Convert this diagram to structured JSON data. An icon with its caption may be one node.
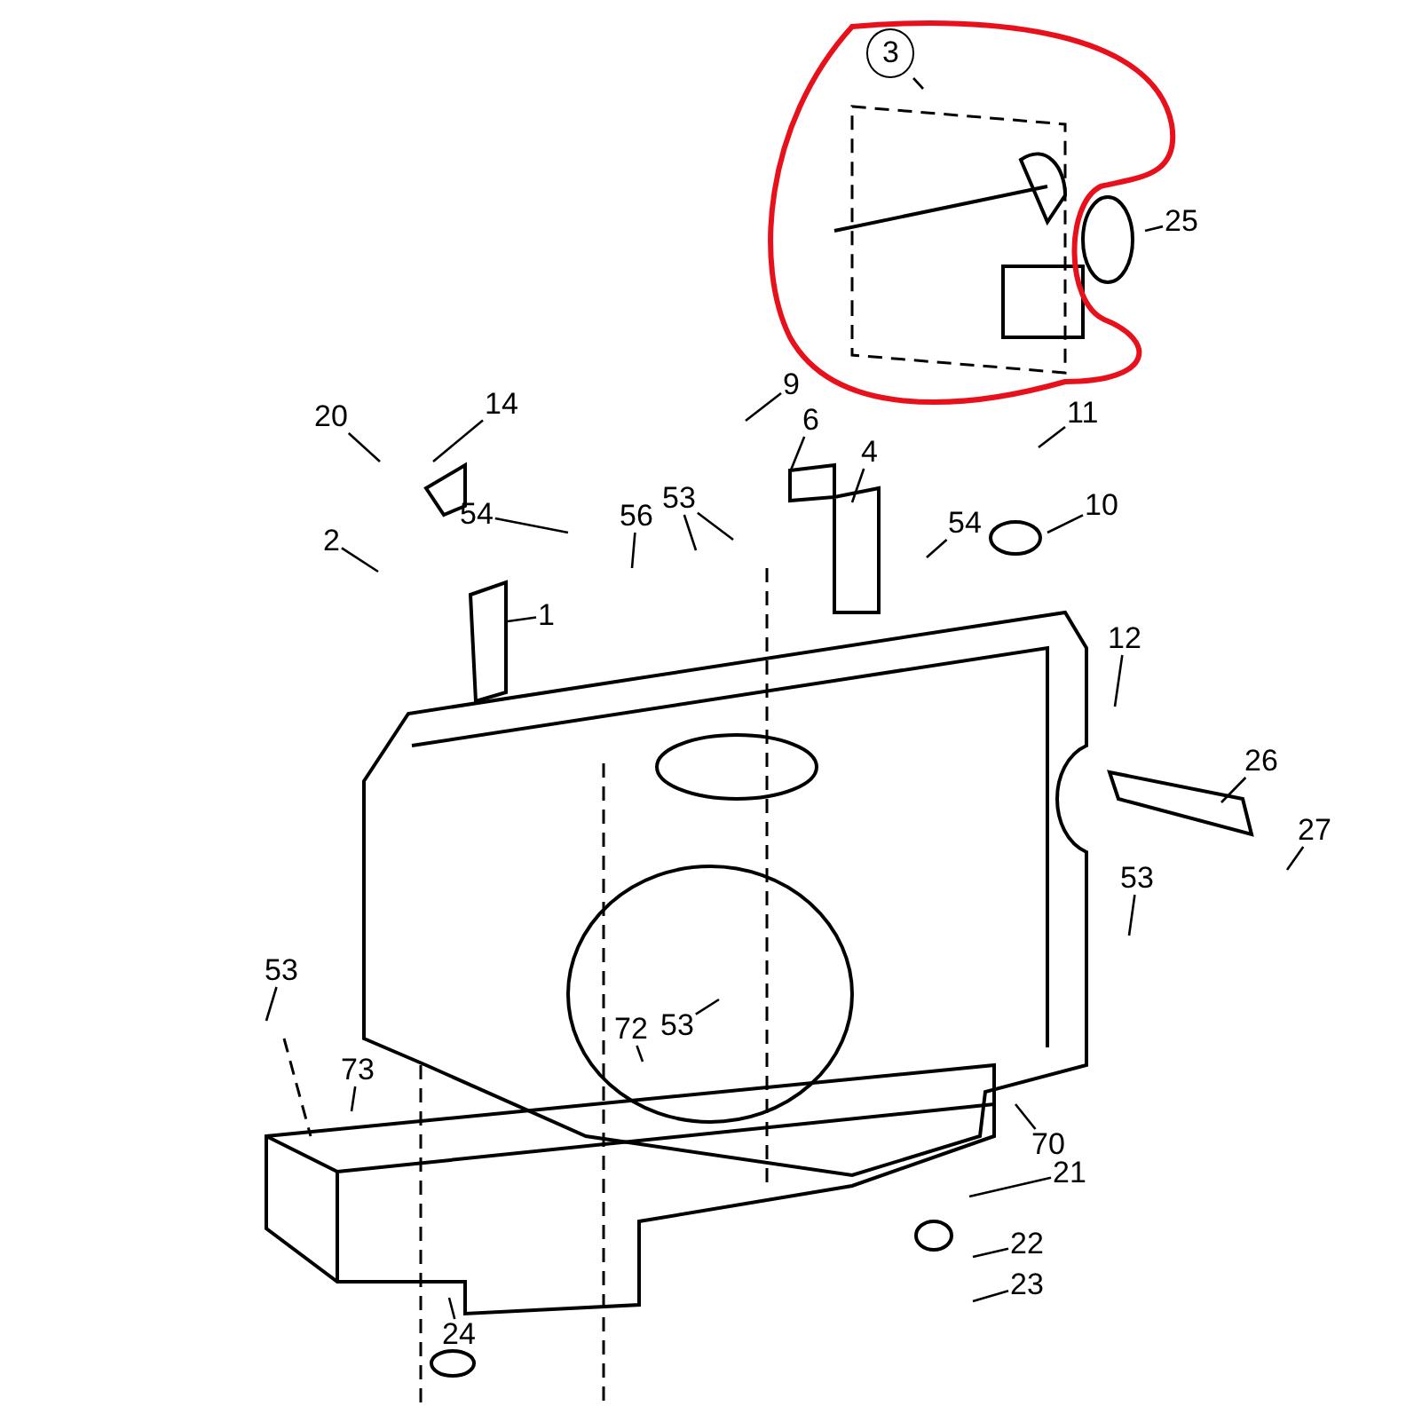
{
  "diagram": {
    "nodes": [
      {
        "text": [
          "3"
        ]
      },
      {
        "text": [
          "25"
        ]
      },
      {
        "text": [
          "9"
        ]
      },
      {
        "text": [
          "20"
        ]
      },
      {
        "text": [
          "14"
        ]
      },
      {
        "text": [
          "6"
        ]
      },
      {
        "text": [
          "11"
        ]
      },
      {
        "text": [
          "4"
        ]
      },
      {
        "text": [
          "54"
        ]
      },
      {
        "text": [
          "10"
        ]
      },
      {
        "text": [
          "2"
        ]
      },
      {
        "text": [
          "54"
        ]
      },
      {
        "text": [
          "56"
        ]
      },
      {
        "text": [
          "53"
        ]
      },
      {
        "text": [
          "1"
        ]
      },
      {
        "text": [
          "12"
        ]
      },
      {
        "text": [
          "26"
        ]
      },
      {
        "text": [
          "27"
        ]
      },
      {
        "text": [
          "53"
        ]
      },
      {
        "text": [
          "53"
        ]
      },
      {
        "text": [
          "72"
        ]
      },
      {
        "text": [
          "53"
        ]
      },
      {
        "text": [
          "73"
        ]
      },
      {
        "text": [
          "70"
        ]
      },
      {
        "text": [
          "21"
        ]
      },
      {
        "text": [
          "22"
        ]
      },
      {
        "text": [
          "23"
        ]
      },
      {
        "text": [
          "24"
        ]
      }
    ],
    "edges": [
      {
        "from": 0,
        "to": null,
        "arrow": "none"
      },
      {
        "from": 1,
        "to": null,
        "arrow": "none"
      },
      {
        "from": 2,
        "to": null,
        "arrow": "none"
      },
      {
        "from": 3,
        "to": null,
        "arrow": "none"
      },
      {
        "from": 4,
        "to": null,
        "arrow": "none"
      },
      {
        "from": 5,
        "to": null,
        "arrow": "none"
      },
      {
        "from": 6,
        "to": null,
        "arrow": "none"
      },
      {
        "from": 7,
        "to": null,
        "arrow": "none"
      },
      {
        "from": 8,
        "to": null,
        "arrow": "none"
      },
      {
        "from": 9,
        "to": null,
        "arrow": "none"
      },
      {
        "from": 10,
        "to": null,
        "arrow": "none"
      },
      {
        "from": 11,
        "to": null,
        "arrow": "none"
      },
      {
        "from": 12,
        "to": null,
        "arrow": "none"
      },
      {
        "from": 13,
        "to": null,
        "arrow": "none"
      },
      {
        "from": 13,
        "to": null,
        "arrow": "none"
      },
      {
        "from": 14,
        "to": null,
        "arrow": "none"
      },
      {
        "from": 15,
        "to": null,
        "arrow": "none"
      },
      {
        "from": 16,
        "to": null,
        "arrow": "none"
      },
      {
        "from": 17,
        "to": null,
        "arrow": "none"
      },
      {
        "from": 18,
        "to": null,
        "arrow": "none"
      },
      {
        "from": 19,
        "to": null,
        "arrow": "none"
      },
      {
        "from": 20,
        "to": null,
        "arrow": "none"
      },
      {
        "from": 21,
        "to": null,
        "arrow": "none"
      },
      {
        "from": 22,
        "to": null,
        "arrow": "none"
      },
      {
        "from": 23,
        "to": null,
        "arrow": "none"
      },
      {
        "from": 24,
        "to": null,
        "arrow": "none"
      },
      {
        "from": 25,
        "to": null,
        "arrow": "none"
      },
      {
        "from": 26,
        "to": null,
        "arrow": "none"
      },
      {
        "from": 27,
        "to": null,
        "arrow": "none"
      }
    ]
  }
}
